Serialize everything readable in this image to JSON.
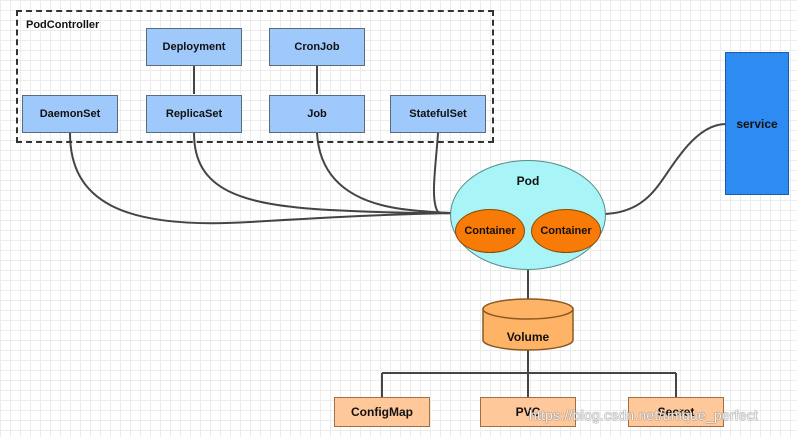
{
  "diagram": {
    "group_title": "PodController",
    "controllers": {
      "deployment": "Deployment",
      "cronjob": "CronJob",
      "daemonset": "DaemonSet",
      "replicaset": "ReplicaSet",
      "job": "Job",
      "statefulset": "StatefulSet"
    },
    "service": "service",
    "pod": {
      "label": "Pod",
      "containers": [
        "Container",
        "Container"
      ]
    },
    "volume": "Volume",
    "resources": [
      "ConfigMap",
      "PVC",
      "Secret"
    ],
    "watermark": "https://blog.csdn.net/unique_perfect"
  },
  "colors": {
    "controller_fill": "#9fc8fb",
    "service_fill": "#2e8bf2",
    "pod_fill": "#a8f4f6",
    "container_fill": "#f97b07",
    "volume_fill": "#ffb366",
    "resource_fill": "#ffc89a",
    "line": "#444444"
  }
}
